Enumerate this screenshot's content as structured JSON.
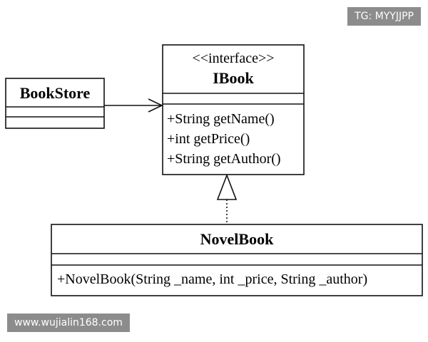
{
  "watermarks": {
    "top_right": "TG: MYYJJPP",
    "bottom_left": "www.wujialin168.com"
  },
  "classes": {
    "bookstore": {
      "name": "BookStore"
    },
    "ibook": {
      "stereotype": "<<interface>>",
      "name": "IBook",
      "methods": [
        "+String getName()",
        "+int getPrice()",
        "+String getAuthor()"
      ]
    },
    "novelbook": {
      "name": "NovelBook",
      "methods": [
        "+NovelBook(String _name, int _price, String _author)"
      ]
    }
  },
  "relations": [
    {
      "type": "association",
      "from": "BookStore",
      "to": "IBook"
    },
    {
      "type": "realization",
      "from": "NovelBook",
      "to": "IBook"
    }
  ]
}
